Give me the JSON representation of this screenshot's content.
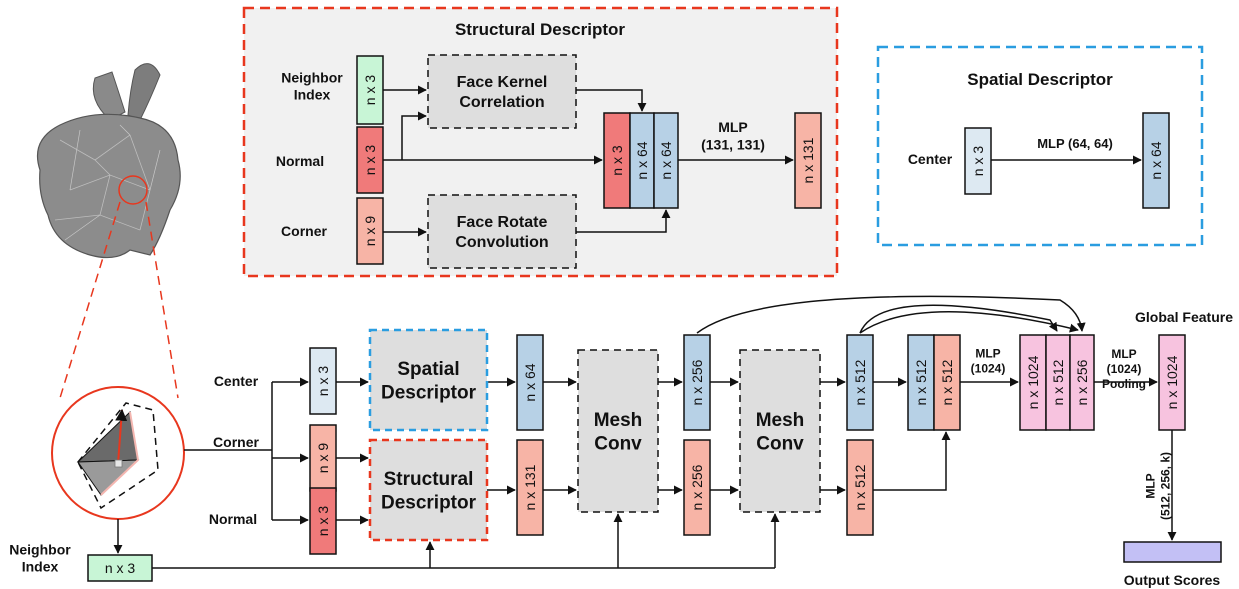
{
  "colors": {
    "structural_border": "#e8371e",
    "spatial_border": "#2a9de0",
    "panel_fill": "#f1f1f1",
    "op_fill": "#dedede",
    "green": "#c8f5d6",
    "red": "#f07a7a",
    "salmon": "#f7b4a6",
    "blue": "#b7d1e6",
    "light_blue": "#dde9f2",
    "pink": "#f7c3df",
    "purple": "#c3c0f5"
  },
  "structural": {
    "title": "Structural Descriptor",
    "labels": {
      "neighbor": "Neighbor\nIndex",
      "normal": "Normal",
      "corner": "Corner"
    },
    "vec_nx3_a": "n x 3",
    "vec_nx3_b": "n x 3",
    "vec_nx9": "n x 9",
    "face_kernel": "Face Kernel\nCorrelation",
    "face_rotate": "Face Rotate\nConvolution",
    "cat_nx3": "n x 3",
    "cat_nx64a": "n x 64",
    "cat_nx64b": "n x 64",
    "mlp": "MLP\n(131, 131)",
    "out_nx131": "n x 131"
  },
  "spatial": {
    "title": "Spatial Descriptor",
    "center": "Center",
    "in_nx3": "n x 3",
    "mlp": "MLP (64, 64)",
    "out_nx64": "n x 64"
  },
  "main": {
    "labels": {
      "center": "Center",
      "corner": "Corner",
      "normal": "Normal",
      "neighbor": "Neighbor\nIndex"
    },
    "in_center": "n x 3",
    "in_corner": "n x 9",
    "in_normal": "n x 3",
    "neighbor_vec": "n x 3",
    "spatial_block": "Spatial\nDescriptor",
    "structural_block": "Structural\nDescriptor",
    "f_nx64": "n x 64",
    "f_nx131": "n x 131",
    "mesh_conv_1": "Mesh\nConv",
    "mesh_conv_2": "Mesh\nConv",
    "f_nx256a": "n x 256",
    "f_nx256b": "n x 256",
    "f_nx512a": "n x 512",
    "f_nx512b": "n x 512",
    "cat_nx512a": "n x 512",
    "cat_nx512b": "n x 512",
    "mlp_1024": "MLP\n(1024)",
    "cat_nx1024": "n x 1024",
    "cat_nx512c": "n x 512",
    "cat_nx256c": "n x 256",
    "mlp_pool": "MLP\n(1024)\nPooling",
    "global_title": "Global Feature",
    "global_nx1024": "n x 1024",
    "mlp_final": "MLP\n(512, 256, k)",
    "output_title": "Output Scores"
  }
}
